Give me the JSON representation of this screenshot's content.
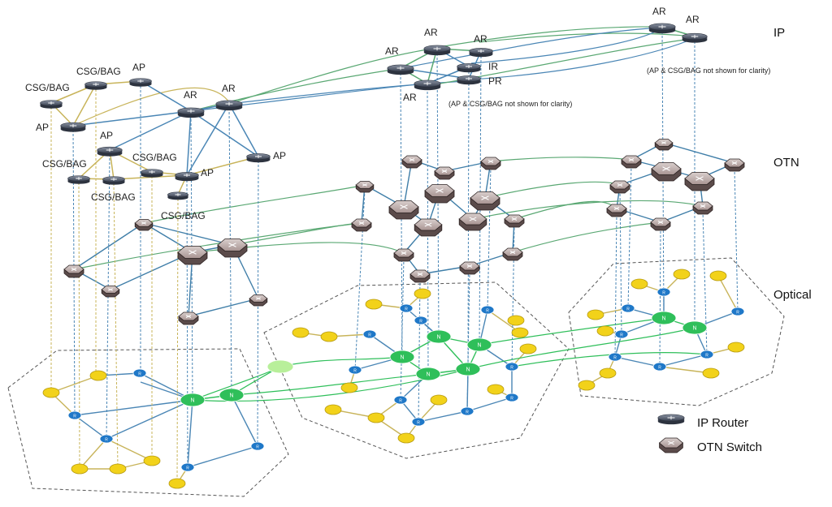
{
  "layers": {
    "ip": "IP",
    "otn": "OTN",
    "optical": "Optical"
  },
  "legend": {
    "router": "IP Router",
    "otn": "OTN Switch"
  },
  "notes": {
    "middle": "(AP & CSG/BAG not shown for clarity)",
    "right": "(AP & CSG/BAG not shown for clarity)"
  },
  "labels": {
    "left": [
      "CSG/BAG",
      "AP",
      "CSG/BAG",
      "AP",
      "AR",
      "AR",
      "AP",
      "CSG/BAG",
      "CSG/BAG",
      "AP",
      "CSG/BAG",
      "CSG/BAG",
      "AP"
    ],
    "middle": [
      "AR",
      "AR",
      "AR",
      "AR",
      "IR",
      "PR"
    ],
    "right": [
      "AR",
      "AR"
    ]
  },
  "node_marks": {
    "rnode": "R",
    "nnode": "N"
  },
  "colors": {
    "ip_link_blue": "#4a86b5",
    "ip_link_green": "#5aa873",
    "ip_link_tan": "#c8b45a",
    "otn_link": "#3f7ea8",
    "optical_green": "#2fbf5a",
    "optical_blue": "#1f78c8",
    "optical_yellow": "#f2d21a",
    "otn_fill": "#6b5a58",
    "router_fill": "#5d6573"
  }
}
